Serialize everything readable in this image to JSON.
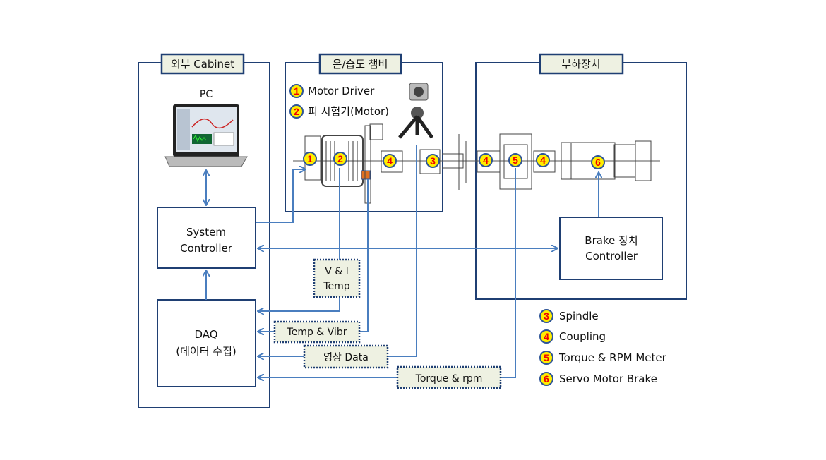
{
  "colors": {
    "frame": "#1f3f73",
    "arrow": "#4a7ebf",
    "label_bg": "#eef1e2",
    "badge_fill": "#ffee00",
    "badge_text": "#e00000",
    "badge_border": "#2f5597"
  },
  "groups": {
    "cabinet": {
      "title": "외부 Cabinet"
    },
    "chamber": {
      "title": "온/습도 챔버"
    },
    "load": {
      "title": "부하장치"
    }
  },
  "pc": {
    "label": "PC",
    "icon": "laptop-icon"
  },
  "system_controller": {
    "line1": "System",
    "line2": "Controller"
  },
  "daq": {
    "line1": "DAQ",
    "line2": "(데이터 수집)"
  },
  "brake_controller": {
    "line1": "Brake 장치",
    "line2": "Controller"
  },
  "chamber_legend": [
    {
      "num": "1",
      "label": "Motor Driver"
    },
    {
      "num": "2",
      "label": "피 시험기(Motor)"
    }
  ],
  "signals": {
    "vi_temp": {
      "line1": "V & I",
      "line2": "Temp"
    },
    "temp_vibr": "Temp & Vibr",
    "video": "영상 Data",
    "torque_rpm": "Torque & rpm"
  },
  "mechanism_badges": [
    "1",
    "2",
    "4",
    "3",
    "4",
    "5",
    "4",
    "6"
  ],
  "legend": [
    {
      "num": "3",
      "label": "Spindle"
    },
    {
      "num": "4",
      "label": "Coupling"
    },
    {
      "num": "5",
      "label": "Torque & RPM Meter"
    },
    {
      "num": "6",
      "label": "Servo Motor Brake"
    }
  ],
  "camera": {
    "icon": "camera-icon"
  }
}
